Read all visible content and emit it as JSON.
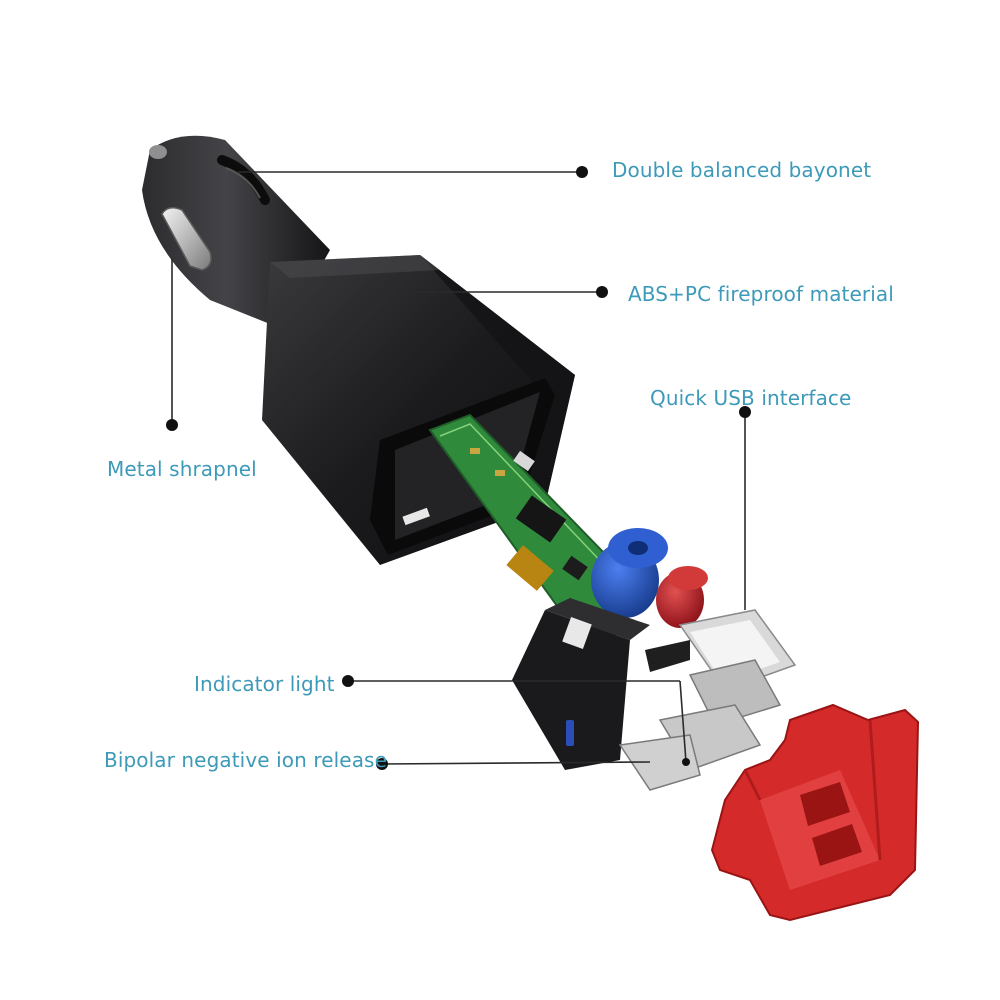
{
  "diagram": {
    "callouts": [
      {
        "id": "bayonet",
        "label": "Double balanced bayonet"
      },
      {
        "id": "abs",
        "label": "ABS+PC fireproof material"
      },
      {
        "id": "usb",
        "label": "Quick USB interface"
      },
      {
        "id": "shrapnel",
        "label": "Metal shrapnel"
      },
      {
        "id": "indicator",
        "label": "Indicator light"
      },
      {
        "id": "bipolar",
        "label": "Bipolar negative ion release"
      }
    ],
    "colors": {
      "label_text": "#3d9ab8",
      "leader_line": "#2a2a2a",
      "housing": "#1e1e20",
      "pcb": "#2f8a3c",
      "end_cap": "#d42a2a",
      "capacitor_blue": "#1f4fb0",
      "capacitor_red": "#b8202a"
    }
  }
}
